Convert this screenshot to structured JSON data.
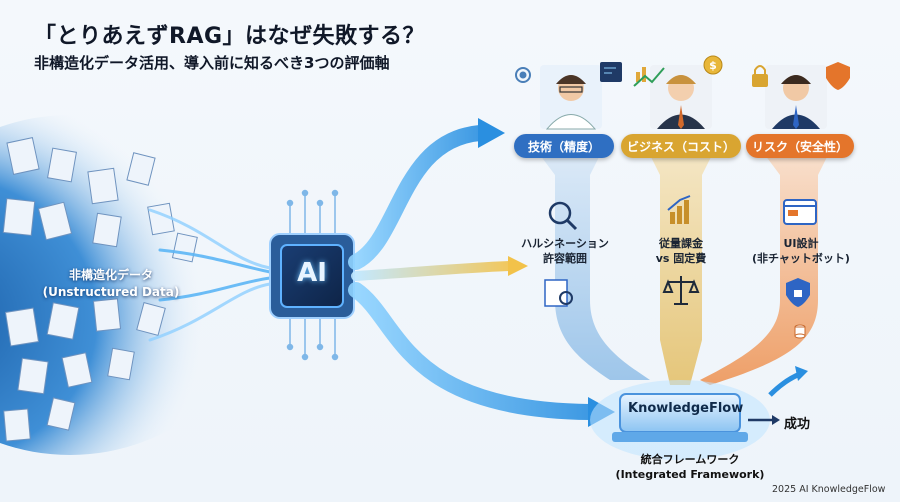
{
  "title": "「とりあえずRAG」はなぜ失敗する？",
  "subtitle": "非構造化データ活用、導入前に知るべき3つの評価軸",
  "left": {
    "label_ja": "非構造化データ",
    "label_en": "(Unstructured Data)"
  },
  "chip": {
    "label": "AI"
  },
  "pillars": [
    {
      "title": "技術（精度）",
      "desc_line1": "ハルシネーション",
      "desc_line2": "許容範囲",
      "color": "#2f6fc2"
    },
    {
      "title": "ビジネス（コスト）",
      "desc_line1": "従量課金",
      "desc_line2": "vs 固定費",
      "color": "#d9a531"
    },
    {
      "title": "リスク（安全性）",
      "desc_line1": "UI設計",
      "desc_line2": "(非チャットボット)",
      "color": "#e4752b"
    }
  ],
  "framework": {
    "box_label": "KnowledgeFlow",
    "caption_ja": "統合フレームワーク",
    "caption_en": "(Integrated Framework)"
  },
  "success": "成功",
  "credit": "2025 AI KnowledgeFlow"
}
